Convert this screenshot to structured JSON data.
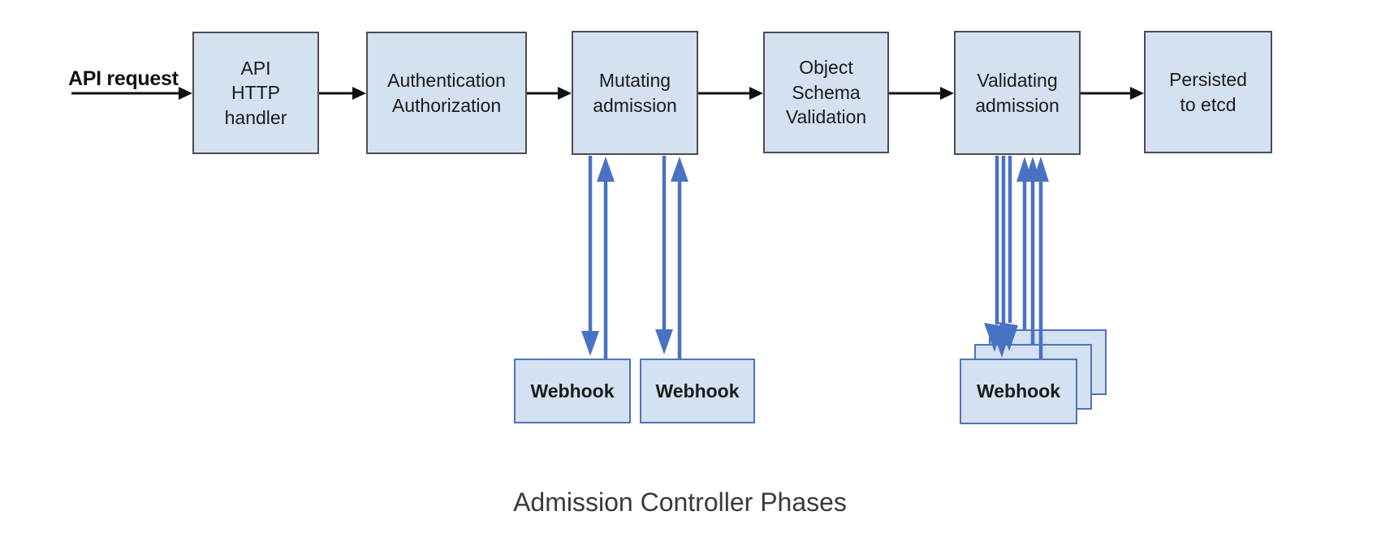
{
  "title_caption": "Admission Controller Phases",
  "flow": {
    "input_label": "API request",
    "phases": [
      {
        "key": "api_http_handler",
        "label": "API\nHTTP\nhandler"
      },
      {
        "key": "authentication_authorization",
        "label": "Authentication\nAuthorization"
      },
      {
        "key": "mutating_admission",
        "label": "Mutating\nadmission"
      },
      {
        "key": "object_schema_validation",
        "label": "Object\nSchema\nValidation"
      },
      {
        "key": "validating_admission",
        "label": "Validating\nadmission"
      },
      {
        "key": "persisted_to_etcd",
        "label": "Persisted\nto etcd"
      }
    ],
    "mutating_webhooks": [
      "Webhook",
      "Webhook"
    ],
    "validating_webhooks": [
      "Webhook",
      "Webhook",
      "Webhook"
    ]
  },
  "colors": {
    "box_fill": "#d3e1f1",
    "box_border_dark": "#4d4d4d",
    "webhook_border": "#4e74b8",
    "arrow_black": "#111111",
    "arrow_blue": "#4a72c4",
    "caption_text": "#3a3a3a"
  }
}
